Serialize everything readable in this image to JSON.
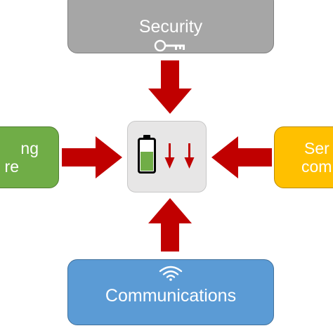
{
  "diagram": {
    "boxes": {
      "security": {
        "label": "Security",
        "icon": "key-icon",
        "color": "#a6a6a6"
      },
      "left": {
        "line1": "ng",
        "line2": "re",
        "color": "#70ad47"
      },
      "right": {
        "line1": "Ser",
        "line2": "com",
        "color": "#ffc000"
      },
      "communications": {
        "label": "Communications",
        "icon": "wifi-icon",
        "color": "#5b9bd5"
      }
    },
    "center": {
      "icons": [
        "battery-icon",
        "down-arrows-icon"
      ],
      "battery_fill_color": "#70ad47",
      "down_arrow_color": "#c00000"
    },
    "arrow_color": "#c00000"
  }
}
